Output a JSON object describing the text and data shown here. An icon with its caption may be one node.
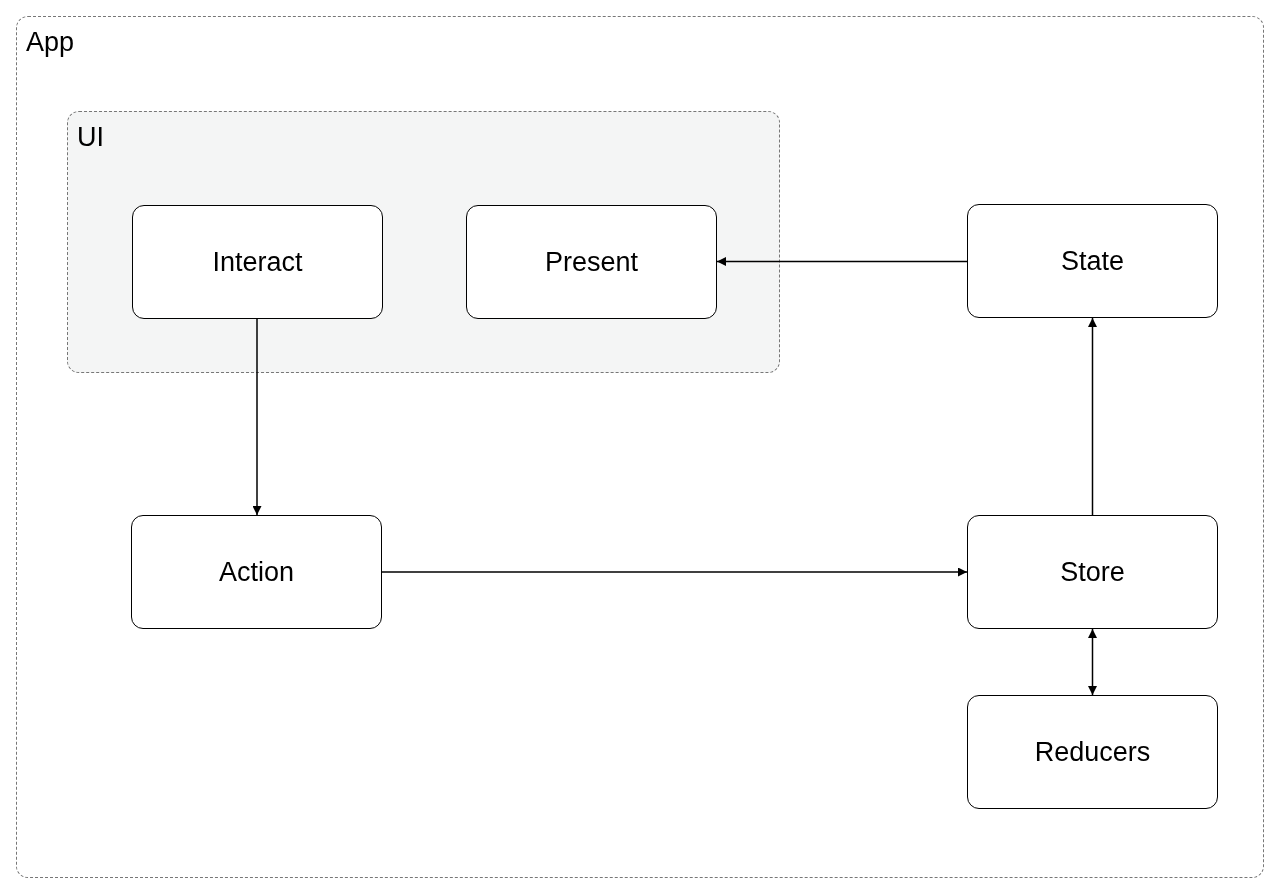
{
  "diagram": {
    "nodes": [
      {
        "text": [
          "App"
        ]
      },
      {
        "text": [
          "UI"
        ],
        "in": 0
      },
      {
        "text": [
          "Interact"
        ],
        "in": 1
      },
      {
        "text": [
          "Present"
        ],
        "in": 1
      },
      {
        "text": [
          "State"
        ],
        "in": 0
      },
      {
        "text": [
          "Action"
        ],
        "in": 0
      },
      {
        "text": [
          "Store"
        ],
        "in": 0
      },
      {
        "text": [
          "Reducers"
        ],
        "in": 0
      }
    ],
    "edges": [
      {
        "from": 2,
        "to": 5,
        "arrow": "to"
      },
      {
        "from": 4,
        "to": 3,
        "arrow": "to"
      },
      {
        "from": 5,
        "to": 6,
        "arrow": "to"
      },
      {
        "from": 6,
        "to": 4,
        "arrow": "to"
      },
      {
        "from": 6,
        "to": 7,
        "arrow": "both"
      }
    ]
  }
}
